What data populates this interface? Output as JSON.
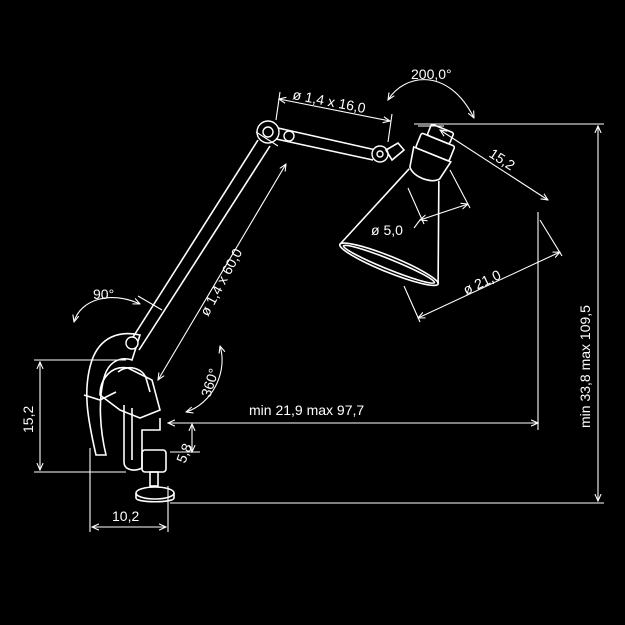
{
  "colors": {
    "background": "#000000",
    "line": "#ffffff"
  },
  "labels": {
    "head_rotation": "200,0°",
    "upper_arm_spec": "ø 1,4 x 16,0",
    "shade_depth": "15,2",
    "socket_diameter": "ø 5,0",
    "shade_diameter": "ø 21,0",
    "main_arm_spec": "ø 1,4 x 60,0",
    "arm_tilt": "90°",
    "base_rotation": "360°",
    "reach": "min 21,9   max 97,7",
    "clamp_height": "15,2",
    "clamp_offset": "5,8",
    "clamp_width": "10,2",
    "total_height": "min 33,8   max 109,5"
  }
}
